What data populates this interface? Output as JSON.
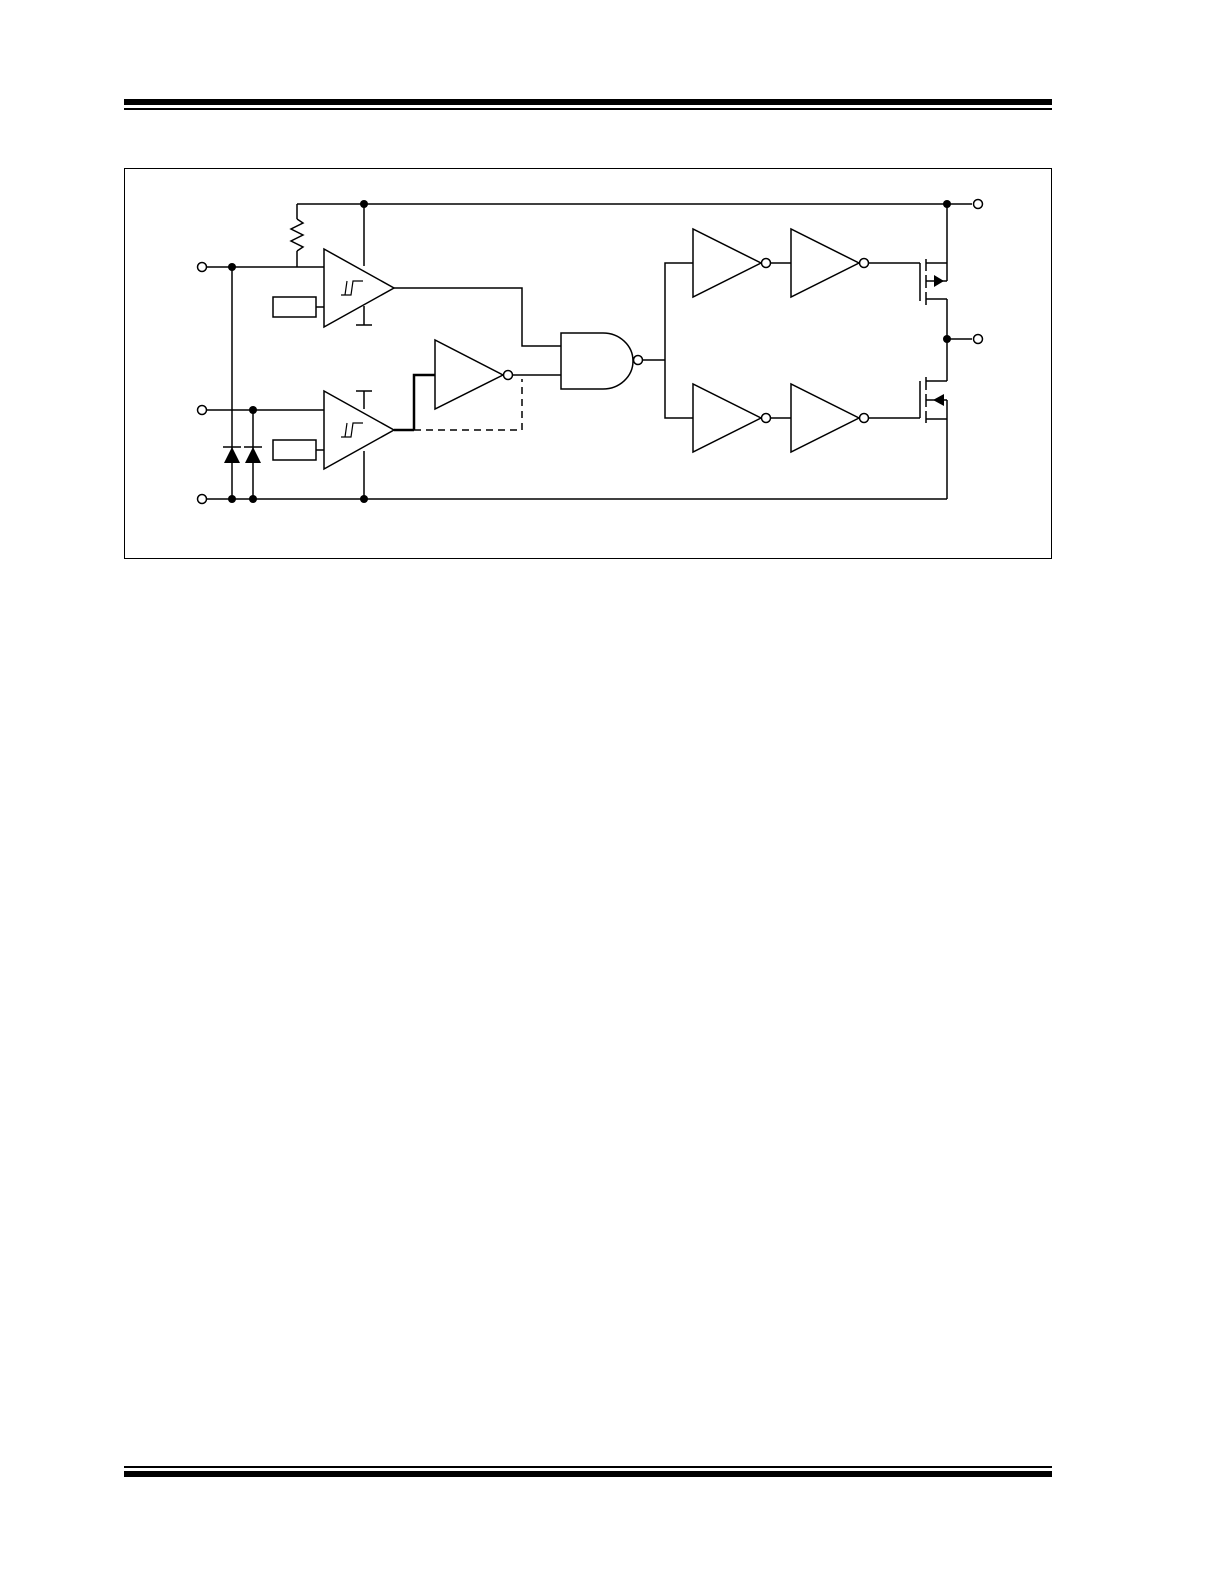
{
  "document": {
    "header_rule": "double-line",
    "footer_rule": "double-line"
  },
  "diagram": {
    "kind": "block-schematic",
    "labels": [],
    "line_color": "#000000",
    "background": "#ffffff",
    "components": [
      "pull-up-resistor",
      "schmitt-comparator-top",
      "schmitt-comparator-bottom",
      "reference-box-top",
      "reference-box-bottom",
      "inverter-middle",
      "nand-gate",
      "buffer-top-1",
      "buffer-top-2",
      "buffer-bottom-1",
      "buffer-bottom-2",
      "pmos-output-transistor",
      "nmos-output-transistor",
      "esd-diode-1",
      "esd-diode-2"
    ],
    "pins": [
      "input-pin-1",
      "input-pin-2",
      "ground-pin",
      "supply-pin",
      "output-pin"
    ]
  }
}
